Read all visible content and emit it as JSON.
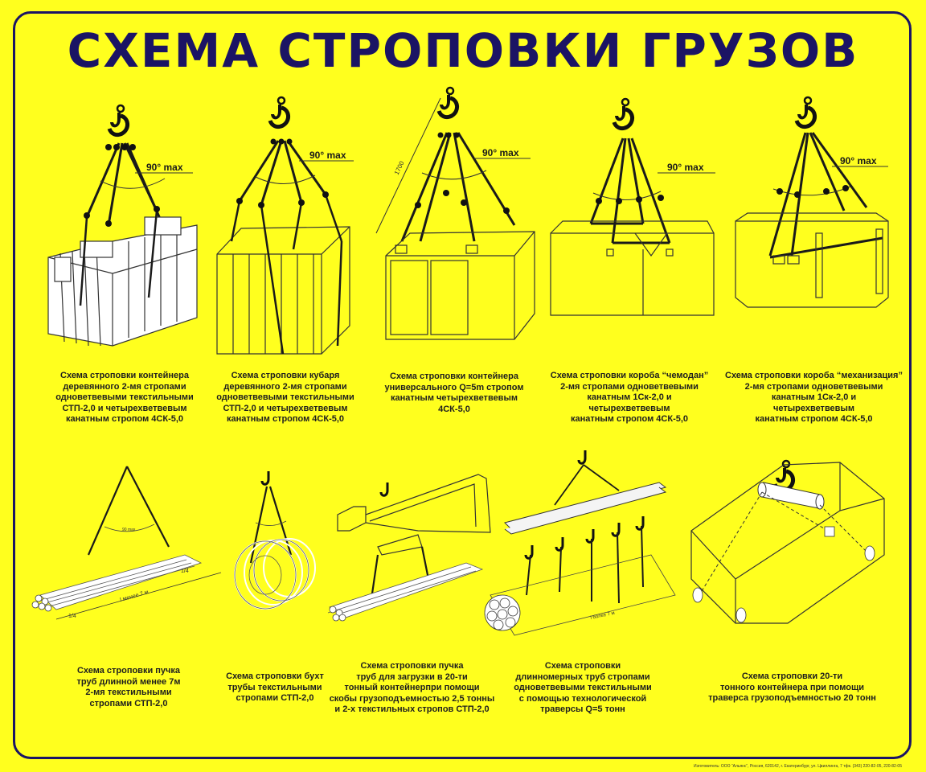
{
  "title": "СХЕМА СТРОПОВКИ ГРУЗОВ",
  "angle_label": "90° max",
  "dimensions": {
    "sling_length": "1700",
    "bundle_length_short": "l менее 7 м",
    "bundle_quarter": "1/4",
    "pipe_length_long": "l более 7 м",
    "angle_small": "90 max"
  },
  "diagrams": [
    {
      "id": "wooden-container",
      "caption": [
        "Схема строповки контейнера",
        "деревянного  2-мя стропами",
        "одноветвевыми текстильными",
        "СТП-2,0 и четырехветвевым",
        "канатным стропом 4СК-5,0"
      ]
    },
    {
      "id": "wooden-crate",
      "caption": [
        "Схема строповки кубаря",
        "деревянного  2-мя стропами",
        "одноветвевыми текстильными",
        "СТП-2,0 и четырехветвевым",
        "канатным стропом 4СК-5,0"
      ]
    },
    {
      "id": "universal-container",
      "caption": [
        "Схема строповки контейнера",
        "универсального Q=5m стропом",
        "канатным четырехветвевым",
        "4СК-5,0"
      ]
    },
    {
      "id": "suitcase-box",
      "caption": [
        "Схема строповки короба “чемодан”",
        "2-мя стропами одноветвевыми",
        "канатным 1Ск-2,0 и",
        "четырехветвевым",
        "канатным стропом 4СК-5,0"
      ]
    },
    {
      "id": "mechanization-box",
      "caption": [
        "Схема строповки короба “механизация”",
        "2-мя стропами одноветвевыми",
        "канатным 1Ск-2,0 и",
        "четырехветвевым",
        "канатным стропом 4СК-5,0"
      ]
    },
    {
      "id": "pipe-bundle",
      "caption": [
        "Схема строповки пучка",
        "труб длинной менее 7м",
        "2-мя текстильными",
        "стропами  СТП-2,0"
      ]
    },
    {
      "id": "pipe-coils",
      "caption": [
        "Схема строповки бухт",
        "трубы текстильными",
        "стропами  СТП-2,0"
      ]
    },
    {
      "id": "pipe-bundle-container",
      "caption": [
        "Схема строповки пучка",
        "труб для загрузки в 20-ти",
        "тонный контейнерпри помощи",
        "скобы грузоподъемностью 2,5 тонны",
        "и 2-х текстильных стропов  СТП-2,0"
      ]
    },
    {
      "id": "long-pipes",
      "caption": [
        "Схема строповки",
        "длинномерных труб стропами",
        "одноветвевыми текстильными",
        "с помощью технологической",
        "траверсы Q=5 тонн"
      ]
    },
    {
      "id": "container-20t",
      "caption": [
        "Схема строповки 20-ти",
        "тонного контейнера при помощи",
        "траверса грузоподъемностью 20 тонн"
      ]
    }
  ],
  "footer": "Изготовитель: ООО “Альянс”, Россия, 620142, г. Екатеринбург, ул. Цвиллинга, 7 тфк. (343) 220-82-05, 220-82-05",
  "colors": {
    "background": "#ffff1e",
    "title": "#1b1464",
    "line": "#1e1e1e"
  }
}
